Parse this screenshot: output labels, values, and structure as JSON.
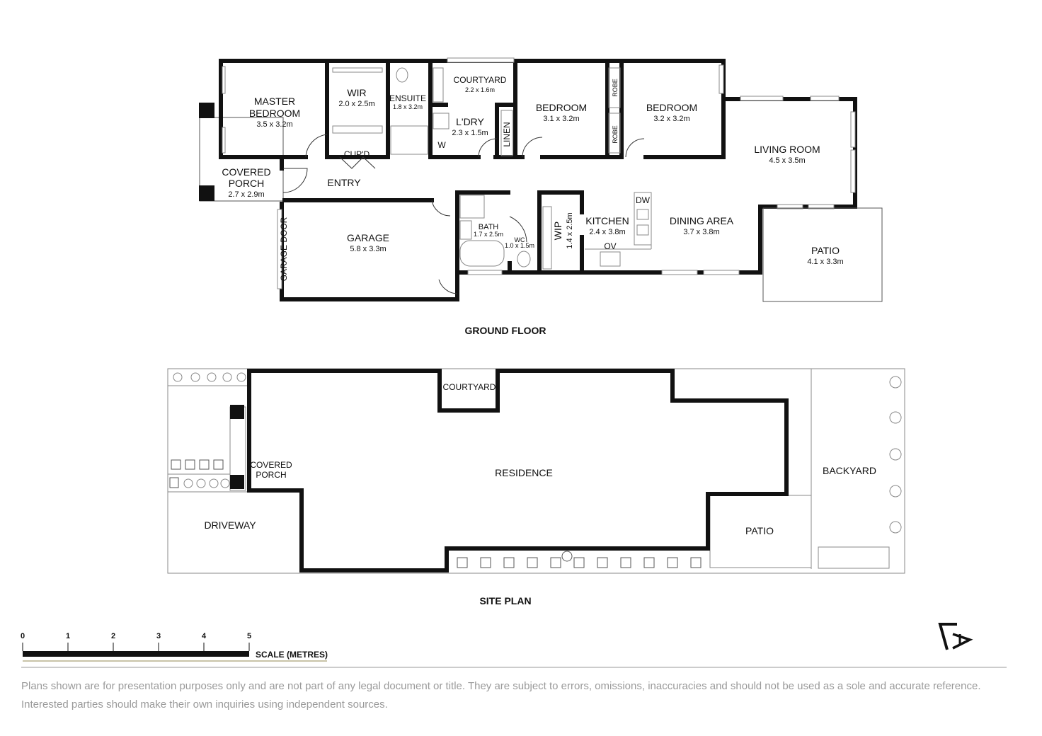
{
  "rooms": {
    "master_bedroom": {
      "name1": "MASTER",
      "name2": "BEDROOM",
      "dim": "3.5 x 3.2m"
    },
    "wir": {
      "name": "WIR",
      "dim": "2.0 x 2.5m"
    },
    "ensuite": {
      "name": "ENSUITE",
      "dim": "1.8 x 3.2m"
    },
    "courtyard": {
      "name": "COURTYARD",
      "dim": "2.2 x 1.6m"
    },
    "laundry": {
      "name": "L'DRY",
      "dim": "2.3 x 1.5m"
    },
    "linen": {
      "name": "LINEN"
    },
    "w_label": "W",
    "bedroom2": {
      "name": "BEDROOM",
      "dim": "3.1 x 3.2m"
    },
    "robe1": "ROBE",
    "robe2": "ROBE",
    "bedroom3": {
      "name": "BEDROOM",
      "dim": "3.2 x 3.2m"
    },
    "living": {
      "name": "LIVING ROOM",
      "dim": "4.5 x 3.5m"
    },
    "cupd": "CUP'D",
    "covered_porch": {
      "name1": "COVERED",
      "name2": "PORCH",
      "dim": "2.7 x 2.9m"
    },
    "entry": "ENTRY",
    "garage_door": "GARAGE DOOR",
    "garage": {
      "name": "GARAGE",
      "dim": "5.8 x 3.3m"
    },
    "bath": {
      "name": "BATH",
      "dim": "1.7 x 2.5m"
    },
    "wc": {
      "name": "WC",
      "dim": "1.0 x 1.5m"
    },
    "wip": {
      "name": "WIP",
      "dim": "1.4 x 2.5m"
    },
    "kitchen": {
      "name": "KITCHEN",
      "dim": "2.4 x 3.8m"
    },
    "dw": "DW",
    "ov": "OV",
    "dining": {
      "name": "DINING AREA",
      "dim": "3.7 x 3.8m"
    },
    "patio": {
      "name": "PATIO",
      "dim": "4.1 x 3.3m"
    }
  },
  "headings": {
    "ground_floor": "GROUND FLOOR",
    "site_plan": "SITE PLAN"
  },
  "site": {
    "courtyard": "COURTYARD",
    "residence": "RESIDENCE",
    "covered1": "COVERED",
    "covered2": "PORCH",
    "driveway": "DRIVEWAY",
    "patio": "PATIO",
    "backyard": "BACKYARD"
  },
  "scale": {
    "ticks": [
      "0",
      "1",
      "2",
      "3",
      "4",
      "5"
    ],
    "label": "SCALE (METRES)"
  },
  "compass": "north-arrow-icon",
  "disclaimer": "Plans shown are for presentation purposes only and are not part of any legal document or title. They are subject to errors, omissions, inaccuracies and should not be used as a sole and accurate reference. Interested parties should make their own inquiries using independent sources."
}
